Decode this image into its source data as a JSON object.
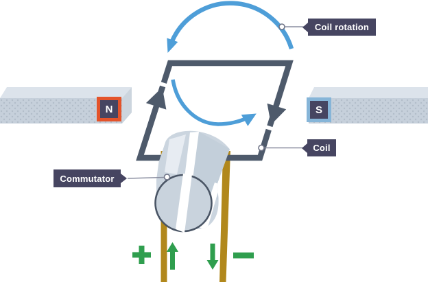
{
  "diagram": {
    "type": "dc-motor-diagram",
    "labels": {
      "coil_rotation": "Coil rotation",
      "coil": "Coil",
      "commutator": "Commutator"
    },
    "magnet_poles": {
      "north": "N",
      "south": "S"
    },
    "terminals": {
      "positive": "+",
      "negative": "−"
    },
    "colors": {
      "label_badge": "#464561",
      "coil_outline": "#4e5a6b",
      "rotation_arrow_blue": "#4e9ed8",
      "current_green": "#2f9e4e",
      "wire_gold": "#b1881c",
      "north_pole_border": "#e4532a",
      "south_pole_border": "#86b5d8",
      "magnet_body": "#c6d0db",
      "magnet_top": "#dce3eb",
      "commutator_body": "#cbd5df"
    }
  }
}
